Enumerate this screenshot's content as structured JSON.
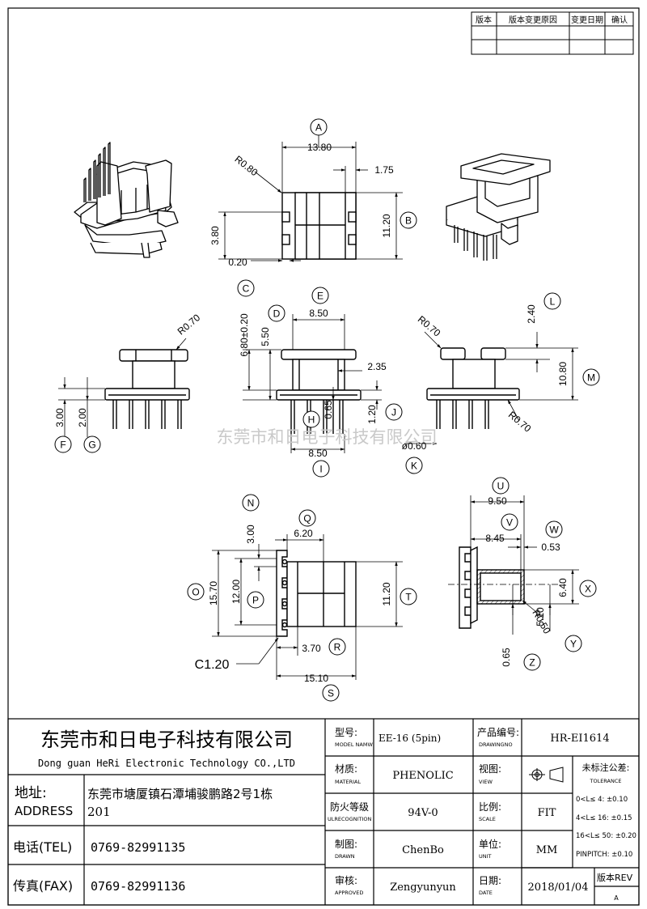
{
  "revision_table": {
    "headers": [
      "版本",
      "版本变更原因",
      "变更日期",
      "确认"
    ]
  },
  "dimensions": {
    "A": "13.80",
    "r080": "R0.80",
    "d175": "1.75",
    "B": "11.20",
    "d380": "3.80",
    "d020": "0.20",
    "C": "6.80±0.20",
    "D": "5.50",
    "E": "8.50",
    "d235": "2.35",
    "r070a": "R0.70",
    "d065": "0.65",
    "J": "1.20",
    "I": "8.50",
    "K": "ø0.60",
    "F": "3.00",
    "G": "2.00",
    "L": "2.40",
    "r070b": "R0.70",
    "M": "10.80",
    "r070c": "R0.70",
    "N": "3.00",
    "Q": "6.20",
    "O": "15.70",
    "P": "12.00",
    "T": "11.20",
    "R": "3.70",
    "C120": "C1.20",
    "S": "15.10",
    "U": "9.50",
    "V": "8.45",
    "W": "0.53",
    "X": "6.40",
    "Y": "5.10",
    "r050": "R0.50",
    "Z": "0.65"
  },
  "callouts": [
    "A",
    "B",
    "C",
    "D",
    "E",
    "F",
    "G",
    "H",
    "I",
    "J",
    "K",
    "L",
    "M",
    "N",
    "O",
    "P",
    "Q",
    "R",
    "S",
    "T",
    "U",
    "V",
    "W",
    "X",
    "Y",
    "Z"
  ],
  "watermark": "东莞市和日电子科技有限公司",
  "title_block": {
    "company_cn": "东莞市和日电子科技有限公司",
    "company_en": "Dong guan HeRi Electronic Technology CO.,LTD",
    "address_label_cn": "地址:",
    "address_label_en": "ADDRESS",
    "address_line1": "东莞市塘厦镇石潭埔骏鹏路2号1栋",
    "address_line2": "201",
    "tel_label": "电话(TEL)",
    "tel": "0769-82991135",
    "fax_label": "传真(FAX)",
    "fax": "0769-82991136",
    "model_label_cn": "型号:",
    "model_label_en": "MODEL NAMW",
    "model": "EE-16 (5pin)",
    "drawno_label_cn": "产品编号:",
    "drawno_label_en": "DRAWINGNO",
    "drawno": "HR-EI1614",
    "material_label_cn": "材质:",
    "material_label_en": "MATERIAL",
    "material": "PHENOLIC",
    "view_label_cn": "视图:",
    "view_label_en": "VIEW",
    "tol_label_cn": "未标注公差:",
    "tol_label_en": "TOLERANCE",
    "tol1": "0<L≤ 4: ±0.10",
    "tol2": "4<L≤ 16: ±0.15",
    "tol3": "16<L≤ 50: ±0.20",
    "tol4": "PINPITCH: ±0.10",
    "fire_label_cn": "防火等级",
    "fire_label_en": "ULRECOGNITION",
    "fire": "94V-0",
    "scale_label_cn": "比例:",
    "scale_label_en": "SCALE",
    "scale": "FIT",
    "drawn_label_cn": "制图:",
    "drawn_label_en": "DRAWN",
    "drawn": "ChenBo",
    "unit_label_cn": "单位:",
    "unit_label_en": "UNIT",
    "unit": "MM",
    "approved_label_cn": "审核:",
    "approved_label_en": "APPROVED",
    "approved": "Zengyunyun",
    "date_label_cn": "日期:",
    "date_label_en": "DATE",
    "date": "2018/01/04",
    "rev_label": "版本REV",
    "rev": "A"
  }
}
